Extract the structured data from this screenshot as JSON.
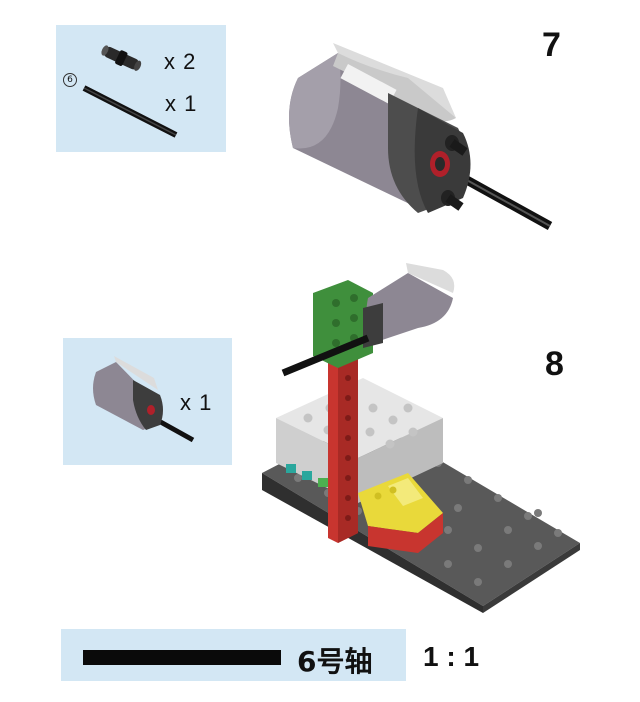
{
  "step7": {
    "number": "7",
    "parts": [
      {
        "icon": "pin-connector-icon",
        "quantity": "x 2"
      },
      {
        "icon": "axle-6-icon",
        "quantity": "x 1",
        "marker": "6"
      }
    ]
  },
  "step8": {
    "number": "8",
    "parts": [
      {
        "icon": "motor-assembly-icon",
        "quantity": "x 1"
      }
    ]
  },
  "scale": {
    "label": "6号轴",
    "ratio": "1 : 1"
  },
  "colors": {
    "panel": "#d3e7f4",
    "red": "#c8352f",
    "green": "#3f8f3c",
    "yellow": "#e9d93a",
    "gray_brick": "#d8d8d8",
    "dark_plate": "#4a4a4a",
    "motor_body": "#8a8690"
  }
}
